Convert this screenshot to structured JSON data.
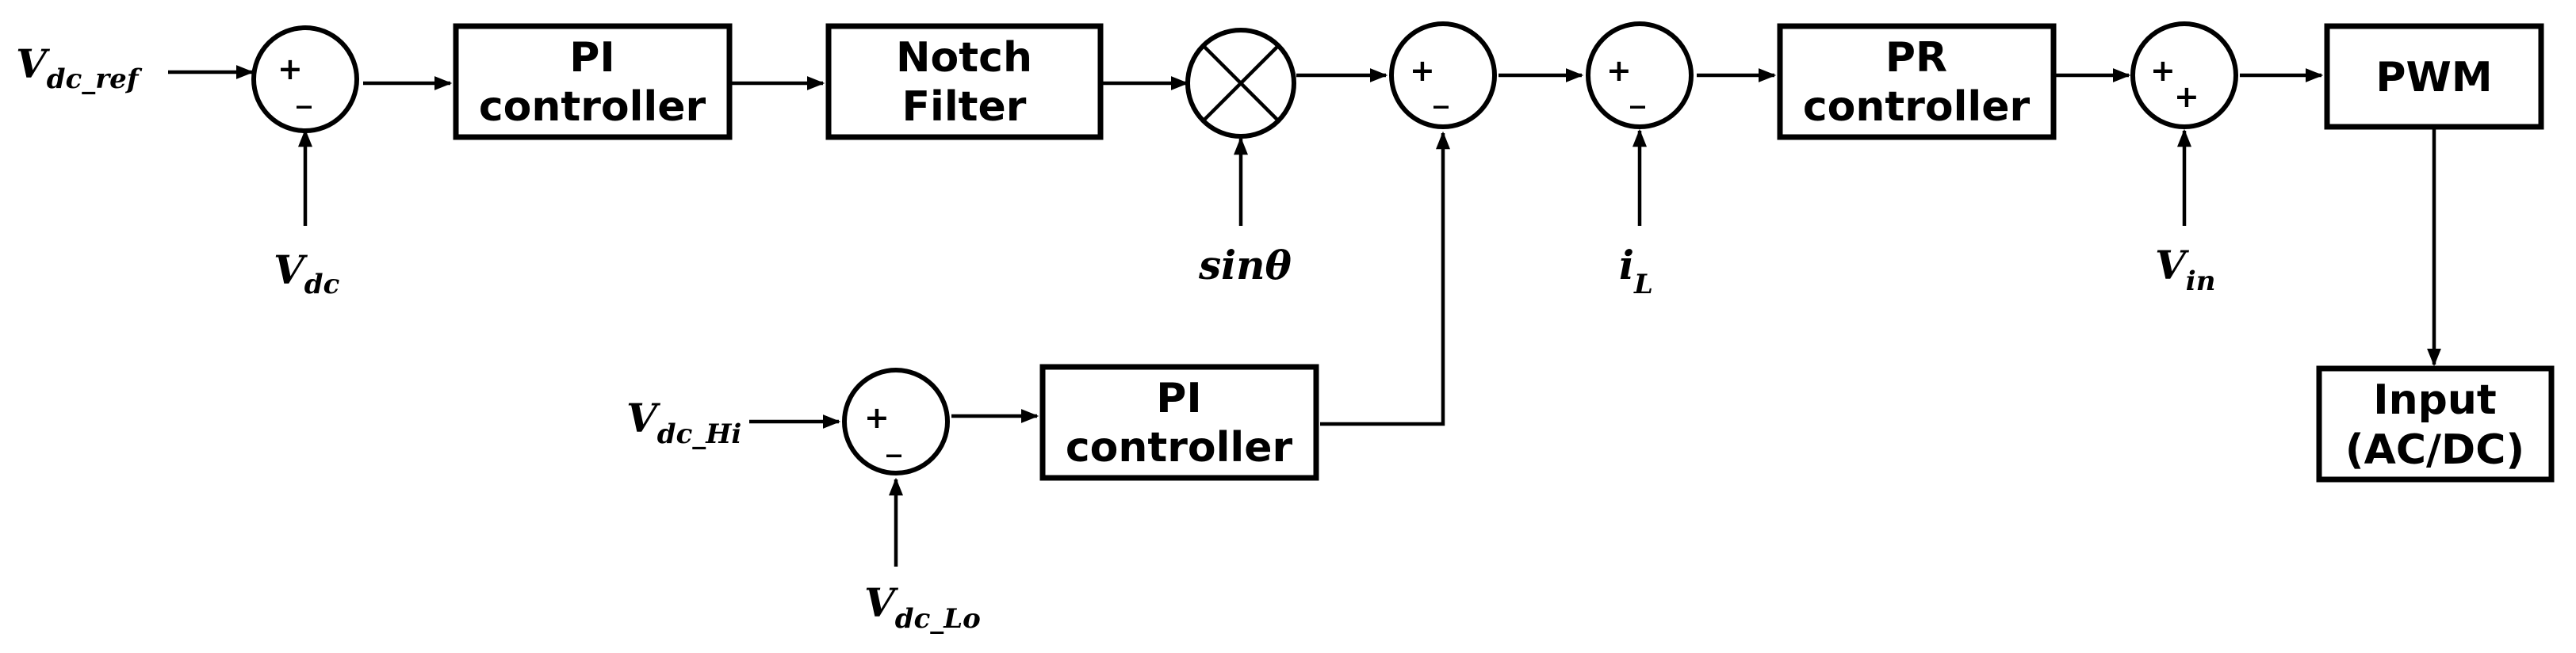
{
  "blocks": {
    "pi1": {
      "line1": "PI",
      "line2": "controller"
    },
    "notch": {
      "line1": "Notch",
      "line2": "Filter"
    },
    "pr": {
      "line1": "PR",
      "line2": "controller"
    },
    "pwm": {
      "label": "PWM"
    },
    "input": {
      "line1": "Input",
      "line2": "(AC/DC)"
    },
    "pi2": {
      "line1": "PI",
      "line2": "controller"
    }
  },
  "summers": {
    "s1": {
      "top": "+",
      "bottom": "_"
    },
    "s2": {
      "top": "+",
      "bottom": "_"
    },
    "s3": {
      "top": "+",
      "bottom": "_"
    },
    "s4": {
      "top": "+",
      "bottom": "+"
    },
    "s5": {
      "top": "+",
      "bottom": "_"
    }
  },
  "signals": {
    "vdc_ref": {
      "main": "V",
      "sub": "dc_ref"
    },
    "vdc": {
      "main": "V",
      "sub": "dc"
    },
    "sin": {
      "main": "sinθ"
    },
    "il": {
      "main": "i",
      "sub": "L"
    },
    "vin": {
      "main": "V",
      "sub": "in"
    },
    "vdc_hi": {
      "main": "V",
      "sub": "dc_Hi"
    },
    "vdc_lo": {
      "main": "V",
      "sub": "dc_Lo"
    }
  }
}
